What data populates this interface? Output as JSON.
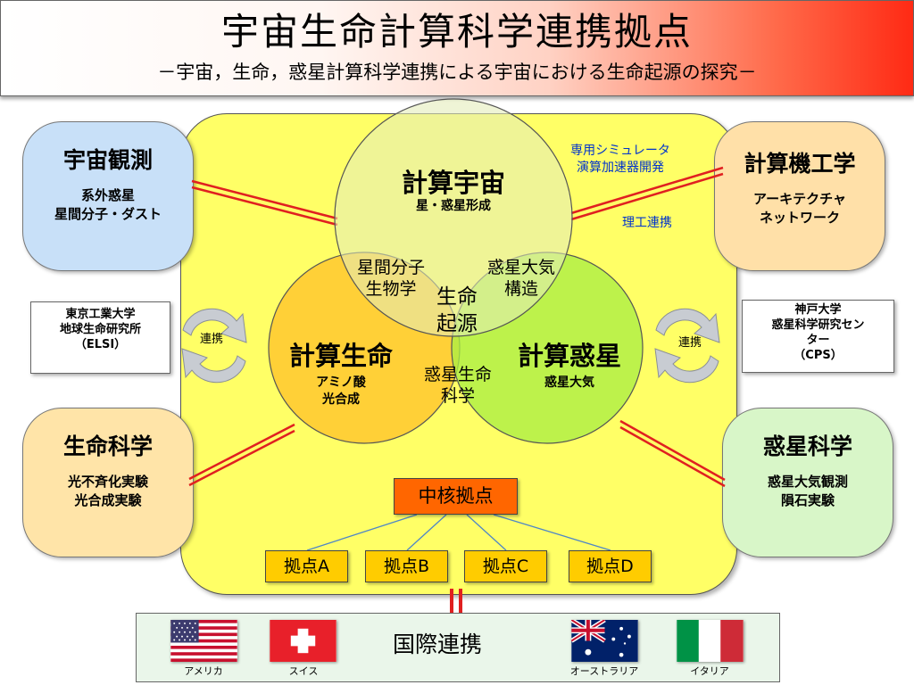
{
  "header": {
    "title": "宇宙生命計算科学連携拠点",
    "subtitle": "－宇宙，生命，惑星計算科学連携による宇宙における生命起源の探究－"
  },
  "venn": {
    "space": {
      "title": "計算宇宙",
      "sub": "星・惑星形成"
    },
    "life": {
      "title": "計算生命",
      "sub": "アミノ酸\n光合成"
    },
    "planet": {
      "title": "計算惑星",
      "sub": "惑星大気"
    },
    "space_life": "星間分子\n生物学",
    "space_planet": "惑星大気\n構造",
    "life_planet": "惑星生命\n科学",
    "center": "生命\n起源"
  },
  "left": {
    "observation": {
      "title": "宇宙観測",
      "sub": "系外惑星\n星間分子・ダスト"
    },
    "life_science": {
      "title": "生命科学",
      "sub": "光不斉化実験\n光合成実験"
    },
    "institute": "東京工業大学\n地球生命研究所\n（ELSI）",
    "link_label": "連携"
  },
  "right": {
    "computer_eng": {
      "title": "計算機工学",
      "sub": "アーキテクチャ\nネットワーク"
    },
    "planetary_science": {
      "title": "惑星科学",
      "sub": "惑星大気観測\n隕石実験"
    },
    "institute": "神戸大学\n惑星科学研究セン\nター\n（CPS）",
    "link_label": "連携"
  },
  "notes": {
    "simulator": "専用シミュレータ\n演算加速器開発",
    "eng_link": "理工連携"
  },
  "hub": {
    "core": "中核拠点",
    "sites": [
      "拠点A",
      "拠点B",
      "拠点C",
      "拠点D"
    ]
  },
  "equals": "＝",
  "international": {
    "label": "国際連携",
    "countries": [
      "アメリカ",
      "スイス",
      "オーストラリア",
      "イタリア"
    ]
  },
  "colors": {
    "core_bg": "#ffff66",
    "space_circle": "#e4ecb8",
    "life_circle": "#ffcc33",
    "planet_circle": "#aaee44",
    "observation_box": "#c8e0f8",
    "life_science_box": "#ffe4a8",
    "computer_eng_box": "#ffe0a8",
    "planetary_box": "#d8f6c8",
    "header_accent": "#ff2a14",
    "link_line": "#e02020"
  }
}
